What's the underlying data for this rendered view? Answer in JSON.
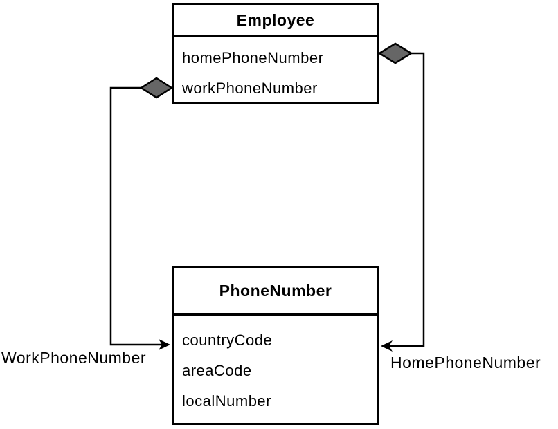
{
  "diagram": {
    "type": "uml-class-diagram",
    "classes": [
      {
        "name": "Employee",
        "attributes": [
          "homePhoneNumber",
          "workPhoneNumber"
        ]
      },
      {
        "name": "PhoneNumber",
        "attributes": [
          "countryCode",
          "areaCode",
          "localNumber"
        ]
      }
    ],
    "associations": [
      {
        "label": "WorkPhoneNumber",
        "type": "aggregation"
      },
      {
        "label": "HomePhoneNumber",
        "type": "aggregation"
      }
    ]
  },
  "colors": {
    "diamond_fill": "#666666",
    "line": "#000000",
    "background": "#ffffff"
  }
}
